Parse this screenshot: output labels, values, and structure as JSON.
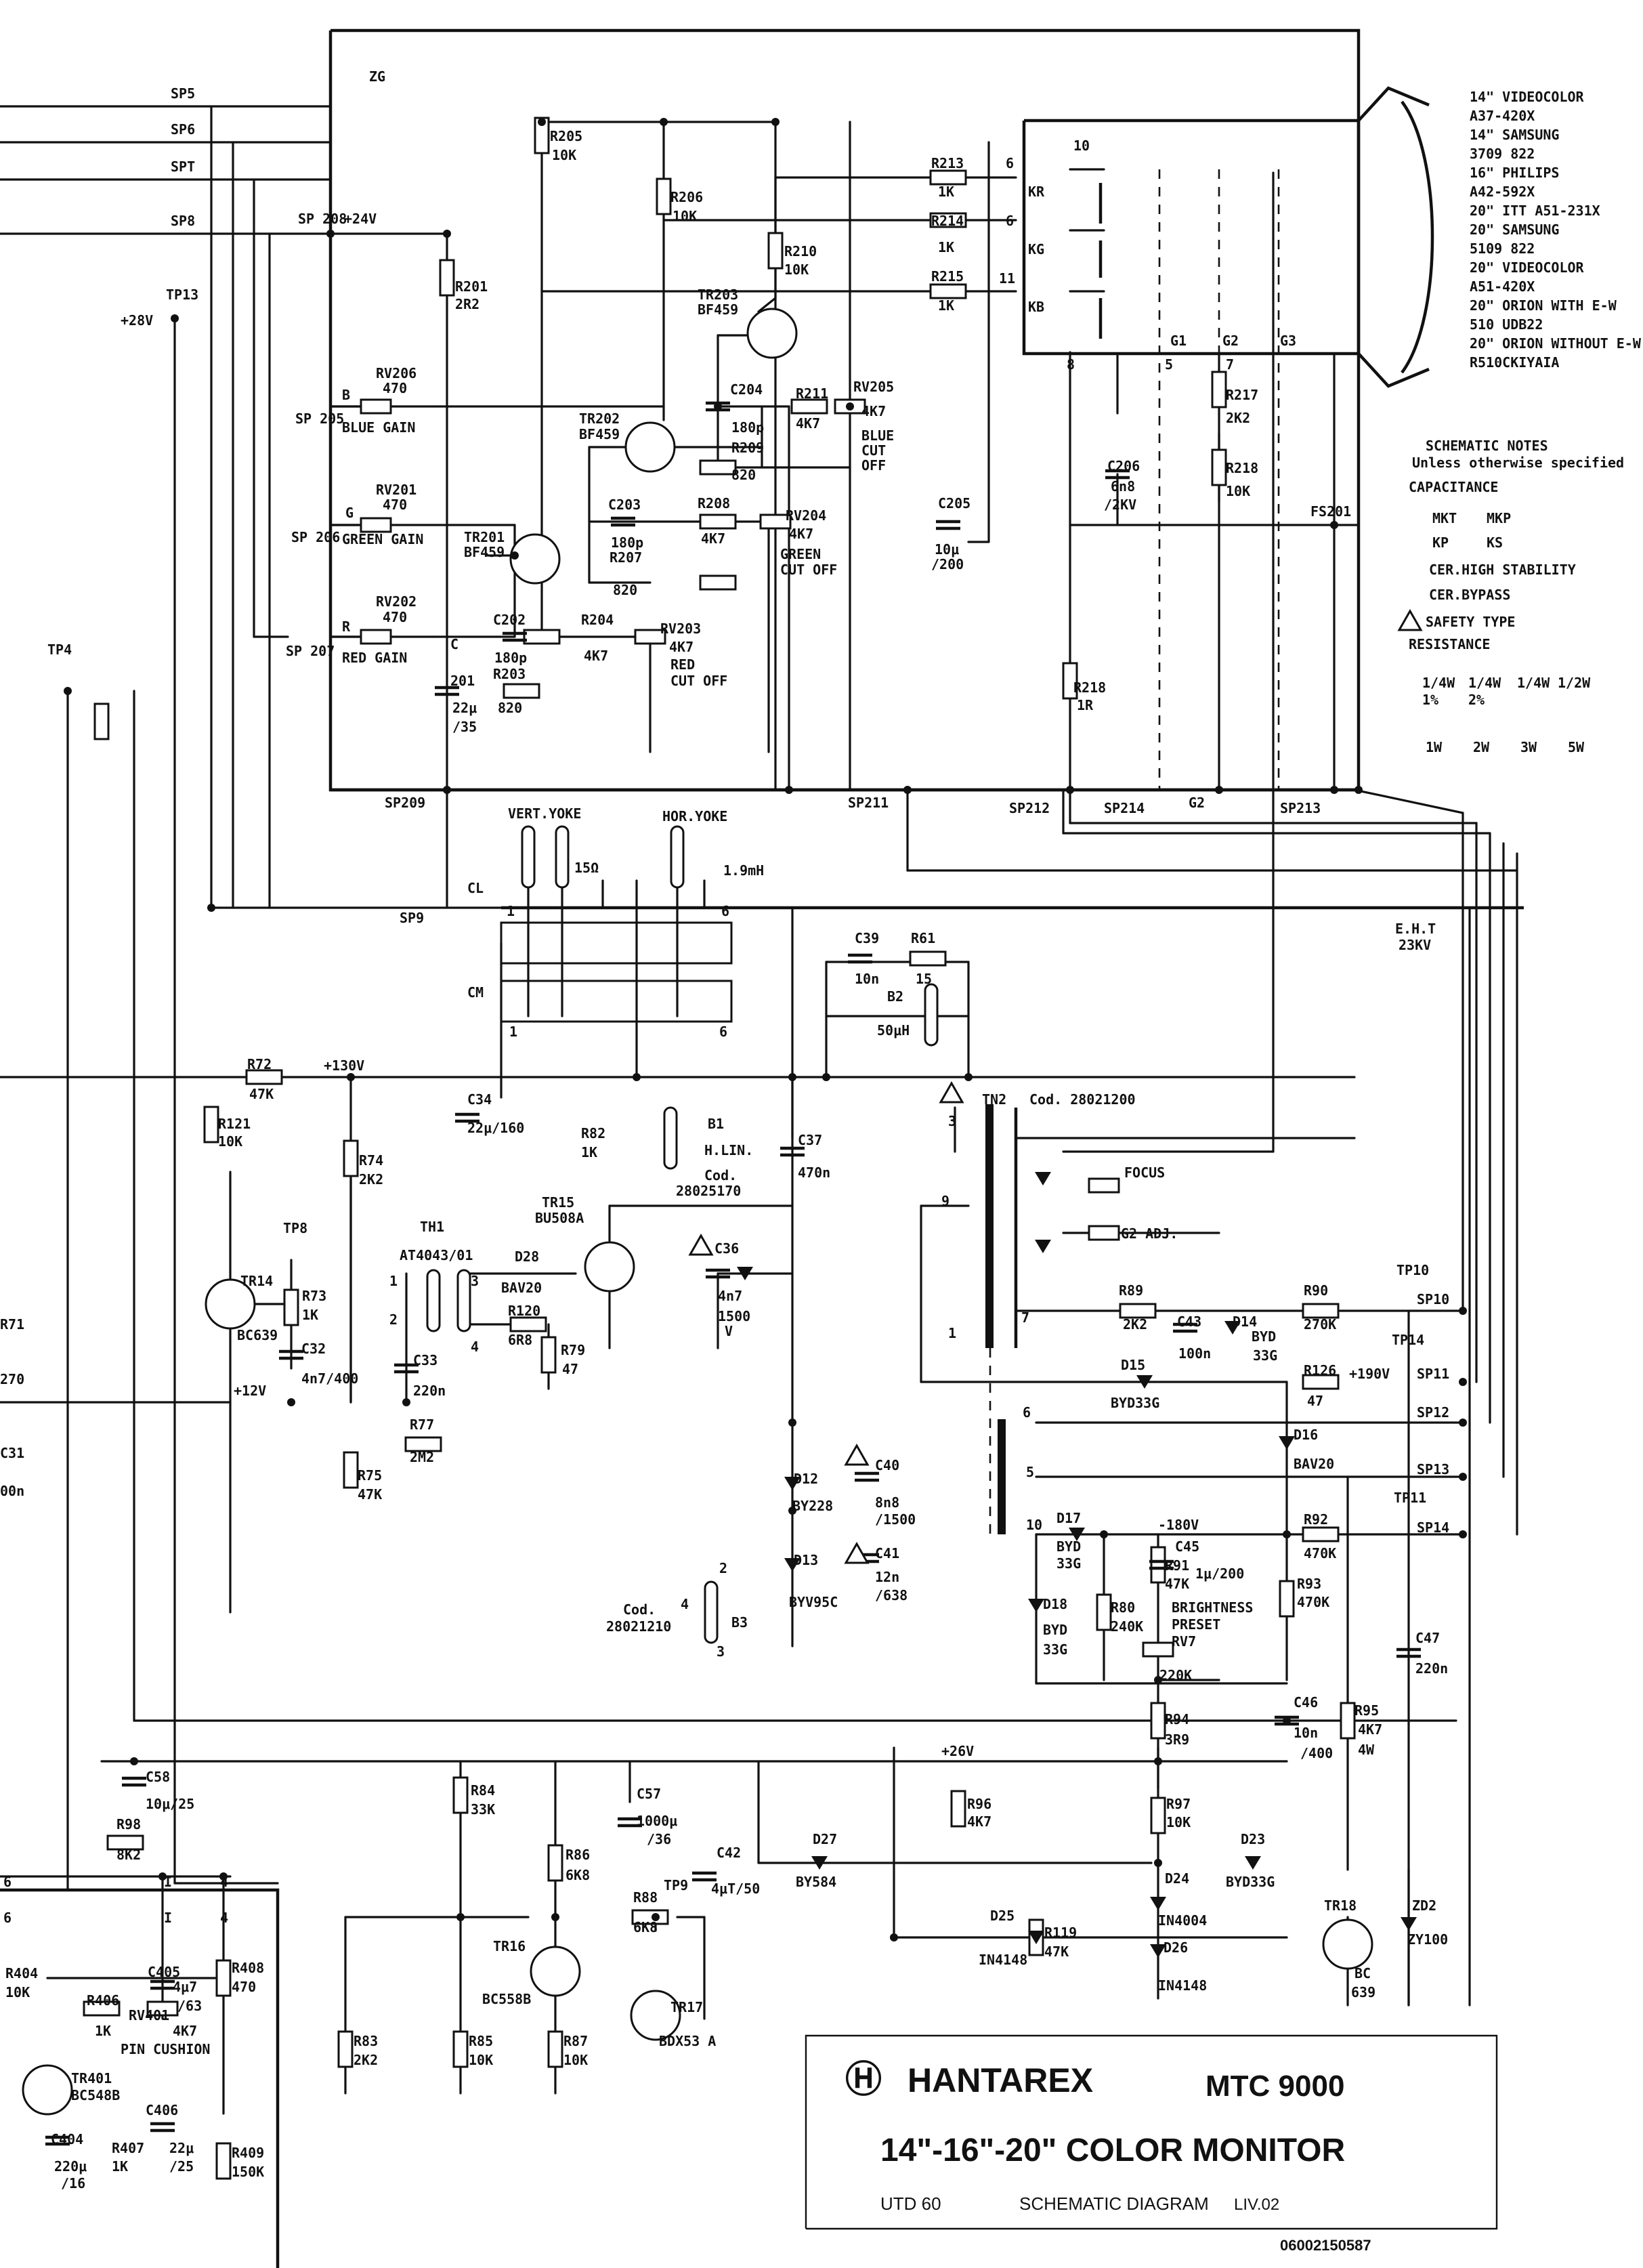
{
  "board_label": "ZG",
  "rails": {
    "p24": "+24V",
    "p28": "+28V",
    "p130": "+130V",
    "p12": "+12V",
    "p190": "+190V",
    "n180": "-180V",
    "p26": "+26V"
  },
  "sp_inputs": [
    "SP5",
    "SP6",
    "SPT",
    "SP8"
  ],
  "test_points": {
    "tp13": "TP13",
    "tp4": "TP4",
    "tp8": "TP8",
    "tp9": "TP9",
    "tp10": "TP10",
    "tp14": "TP14",
    "tp11": "TP11"
  },
  "sp_nodes": {
    "sp208": "SP 208",
    "sp205": "SP 205",
    "sp206": "SP 206",
    "sp207": "SP 207",
    "sp209": "SP209",
    "sp211": "SP211",
    "sp212": "SP212",
    "sp214": "SP214",
    "sp213": "SP213",
    "sp9": "SP9",
    "sp10": "SP10",
    "sp11": "SP11",
    "sp12": "SP12",
    "sp13": "SP13",
    "sp14": "SP14",
    "fs201": "FS201",
    "g2node": "G2"
  },
  "crt_pins": {
    "p6a": "6",
    "p6b": "6",
    "p11": "11",
    "p10": "10",
    "p8": "8",
    "p5": "5",
    "p7": "7",
    "kr": "KR",
    "kg": "KG",
    "kb": "KB",
    "g1": "G1",
    "g2": "G2",
    "g3": "G3"
  },
  "crt_models": [
    "14\" VIDEOCOLOR",
    "A37-420X",
    "14\" SAMSUNG",
    "3709 822",
    "16\" PHILIPS",
    "A42-592X",
    "20\" ITT A51-231X",
    "20\" SAMSUNG",
    "5109 822",
    "20\" VIDEOCOLOR",
    "A51-420X",
    "20\" ORION WITH E-W",
    "510 UDB22",
    "20\" ORION WITHOUT E-W",
    "R510CKIYAIA"
  ],
  "notes": {
    "title": "SCHEMATIC NOTES",
    "subtitle": "Unless otherwise specified",
    "capacitance": "CAPACITANCE",
    "mkt": "MKT",
    "mkp": "MKP",
    "kp": "KP",
    "ks": "KS",
    "cer_high": "CER.HIGH STABILITY",
    "cer_bypass": "CER.BYPASS",
    "safety": "SAFETY TYPE",
    "resistance": "RESISTANCE",
    "r14_1": "1/4W",
    "r14_1b": "1%",
    "r14_2": "1/4W",
    "r14_2b": "2%",
    "r14w": "1/4W",
    "r12w": "1/2W",
    "w1": "1W",
    "w2": "2W",
    "w3": "3W",
    "w5": "5W"
  },
  "video": {
    "r205": "R205",
    "r205v": "10K",
    "r206": "R206",
    "r206v": "10K",
    "r210": "R210",
    "r210v": "10K",
    "r213": "R213",
    "r213v": "1K",
    "r214": "R214",
    "r214v": "1K",
    "r215": "R215",
    "r215v": "1K",
    "r201": "R201",
    "r201v": "2R2",
    "tr203": "TR203",
    "tr203t": "BF459",
    "tr202": "TR202",
    "tr202t": "BF459",
    "tr201": "TR201",
    "tr201t": "BF459",
    "rv206": "RV206",
    "rv206v": "470",
    "rv201": "RV201",
    "rv201v": "470",
    "rv202": "RV202",
    "rv202v": "470",
    "node_b": "B",
    "node_g": "G",
    "node_r": "R",
    "blue_gain": "BLUE GAIN",
    "green_gain": "GREEN GAIN",
    "red_gain": "RED GAIN",
    "c204": "C204",
    "c204v": "180p",
    "r209": "R209",
    "r209v": "820",
    "r211": "R211",
    "r211v": "4K7",
    "rv205": "RV205",
    "rv205v": "4K7",
    "blue_cut": "BLUE",
    "blue_cut2": "CUT",
    "blue_cut3": "OFF",
    "c203": "C203",
    "c203v": "180p",
    "r207": "R207",
    "r207v": "820",
    "r208": "R208",
    "r208v": "4K7",
    "rv204": "RV204",
    "rv204v": "4K7",
    "green_cut": "GREEN",
    "green_cut2": "CUT OFF",
    "c202": "C202",
    "c202v": "180p",
    "r203": "R203",
    "r203v": "820",
    "r204": "R204",
    "r204v": "4K7",
    "rv203": "RV203",
    "rv203v": "4K7",
    "red_cut": "RED",
    "red_cut2": "CUT OFF",
    "c201": "C",
    "c201b": "201",
    "c201v": "22μ",
    "c201w": "/35",
    "c205": "C205",
    "c205v": "10μ",
    "c205w": "/200",
    "c206": "C206",
    "c206v": "6n8",
    "c206w": "/2KV",
    "r217": "R217",
    "r217v": "2K2",
    "r218a": "R218",
    "r218av": "10K",
    "r218b": "R218",
    "r218bv": "1R"
  },
  "yoke": {
    "vert": "VERT.YOKE",
    "hor": "HOR.YOKE",
    "vert_v": "15Ω",
    "hor_v": "1.9mH",
    "cl": "CL",
    "cm": "CM",
    "pin1a": "1",
    "pin6a": "6",
    "pin1b": "1",
    "pin6b": "6",
    "eht": "E.H.T",
    "eht_v": "23KV"
  },
  "deflection": {
    "r72": "R72",
    "r72v": "47K",
    "r121": "R121",
    "r121v": "10K",
    "c34": "C34",
    "c34v": "22μ/160",
    "r74": "R74",
    "r74v": "2K2",
    "tr14": "TR14",
    "tr14t": "BC639",
    "r73": "R73",
    "r73v": "1K",
    "c32": "C32",
    "c32v": "4n7/400",
    "th1": "TH1",
    "th1t": "AT4043/01",
    "th_p1": "1",
    "th_p2": "2",
    "th_p3": "3",
    "th_p4": "4",
    "c33": "C33",
    "c33v": "220n",
    "d28": "D28",
    "d28t": "BAV20",
    "r120": "R120",
    "r120v": "6R8",
    "r79": "R79",
    "r79v": "47",
    "tr15": "TR15",
    "tr15t": "BU508A",
    "r82": "R82",
    "r82v": "1K",
    "b1": "B1",
    "b1t": "H.LIN.",
    "b1c": "Cod.",
    "b1c2": "28025170",
    "c36": "C36",
    "c36v": "4n7",
    "c36w": "1500",
    "c36w2": "V",
    "c37": "C37",
    "c37v": "470n",
    "c39": "C39",
    "c39v": "10n",
    "r61": "R61",
    "r61v": "15",
    "b2": "B2",
    "b2v": "50μH",
    "r75": "R75",
    "r75v": "47K",
    "r77": "R77",
    "r77v": "2M2",
    "d12": "D12",
    "d12t": "BY228",
    "d13": "D13",
    "d13t": "BYV95C",
    "c40": "C40",
    "c40v": "8n8",
    "c40w": "/1500",
    "c41": "C41",
    "c41v": "12n",
    "c41w": "/638",
    "b3": "B3",
    "b3c": "Cod.",
    "b3c2": "28021210",
    "b3_p2": "2",
    "b3_p3": "3",
    "b3_p4": "4"
  },
  "flyback": {
    "tn2": "TN2",
    "tn2c": "Cod. 28021200",
    "p3": "3",
    "p9": "9",
    "p1": "1",
    "p7": "7",
    "p6": "6",
    "p5": "5",
    "p10": "10",
    "focus": "FOCUS",
    "g2adj": "G2 ADJ.",
    "r89": "R89",
    "r89v": "2K2",
    "c43": "C43",
    "c43v": "100n",
    "d14": "D14",
    "d14t": "BYD",
    "d14t2": "33G",
    "r90": "R90",
    "r90v": "270K",
    "d15": "D15",
    "d15t": "BYD33G",
    "r126": "R126",
    "r126v": "47",
    "d16": "D16",
    "d16t": "BAV20",
    "d17": "D17",
    "d17t": "BYD",
    "d17t2": "33G",
    "r91": "R91",
    "r91v": "47K",
    "c45": "C45",
    "c45v": "1μ/200",
    "r92": "R92",
    "r92v": "470K",
    "r93": "R93",
    "r93v": "470K",
    "d18": "D18",
    "d18t": "BYD",
    "d18t2": "33G",
    "r80": "R80",
    "r80v": "240K",
    "bright": "BRIGHTNESS",
    "bright2": "PRESET",
    "rv7": "RV7",
    "rv7v": "220K",
    "c47": "C47",
    "c47v": "220n",
    "c46": "C46",
    "c46v": "10n",
    "c46w": "/400",
    "r95": "R95",
    "r95v": "4K7",
    "r95w": "4W",
    "r94": "R94",
    "r94v": "3R9"
  },
  "lower": {
    "c58": "C58",
    "c58v": "10μ/25",
    "r98": "R98",
    "r98v": "8K2",
    "r84": "R84",
    "r84v": "33K",
    "c57": "C57",
    "c57v": "1000μ",
    "c57w": "/36",
    "r86": "R86",
    "r86v": "6K8",
    "r88": "R88",
    "r88v": "6K8",
    "c42": "C42",
    "c42v": "4μT/50",
    "tr16": "TR16",
    "tr16t": "BC558B",
    "tr17": "TR17",
    "tr17t": "BDX53 A",
    "r83": "R83",
    "r83v": "2K2",
    "r85": "R85",
    "r85v": "10K",
    "r87": "R87",
    "r87v": "10K",
    "r96": "R96",
    "r96v": "4K7",
    "r97": "R97",
    "r97v": "10K",
    "d27": "D27",
    "d27t": "BY584",
    "d23": "D23",
    "d23t": "BYD33G",
    "r119": "R119",
    "r119v": "47K",
    "d24": "D24",
    "d24t": "IN4004",
    "d25": "D25",
    "d25t": "IN4148",
    "d26": "D26",
    "d26t": "IN4148",
    "tr18": "TR18",
    "tr18t": "BC",
    "tr18t2": "639",
    "zd2": "ZD2",
    "zd2t": "ZY100",
    "r404": "R404",
    "r404v": "10K",
    "r406": "R406",
    "r406v": "1K",
    "rv401": "RV401",
    "rv401v": "4K7",
    "c405": "C405",
    "c405v": "4μ7",
    "c405w": "/63",
    "pin": "PIN CUSHION",
    "r408": "R408",
    "r408v": "470",
    "tr401": "TR401",
    "tr401t": "BC548B",
    "c404": "C404",
    "c404v": "220μ",
    "c404w": "/16",
    "r407": "R407",
    "r407v": "1K",
    "c406": "C406",
    "c406v": "22μ",
    "c406w": "/25",
    "r409": "R409",
    "r409v": "150K",
    "pin_i": "I",
    "pin_4": "4",
    "pin_i2": "I",
    "pin_4b": "4",
    "pin_6a": "6",
    "pin_6b": "6"
  },
  "edge": {
    "e1": "R71",
    "e2": "270",
    "e3": "C31",
    "e4": "00n"
  },
  "title_block": {
    "brand": "HANTAREX",
    "model": "MTC 9000",
    "desc": "14\"-16\"-20\" COLOR MONITOR",
    "code": "UTD 60",
    "kind": "SCHEMATIC DIAGRAM",
    "rev": "LIV.02",
    "serial": "06002150587"
  }
}
